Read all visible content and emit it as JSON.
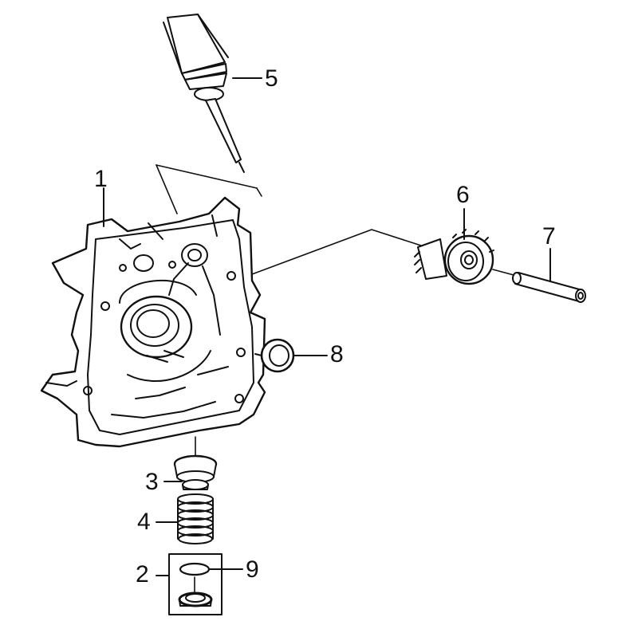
{
  "diagram": {
    "type": "exploded-parts-view",
    "callouts": [
      {
        "id": "c1",
        "number": "1"
      },
      {
        "id": "c2",
        "number": "2"
      },
      {
        "id": "c3",
        "number": "3"
      },
      {
        "id": "c4",
        "number": "4"
      },
      {
        "id": "c5",
        "number": "5"
      },
      {
        "id": "c6",
        "number": "6"
      },
      {
        "id": "c7",
        "number": "7"
      },
      {
        "id": "c8",
        "number": "8"
      },
      {
        "id": "c9",
        "number": "9"
      }
    ],
    "line_color": "#111111",
    "background": "#ffffff"
  }
}
